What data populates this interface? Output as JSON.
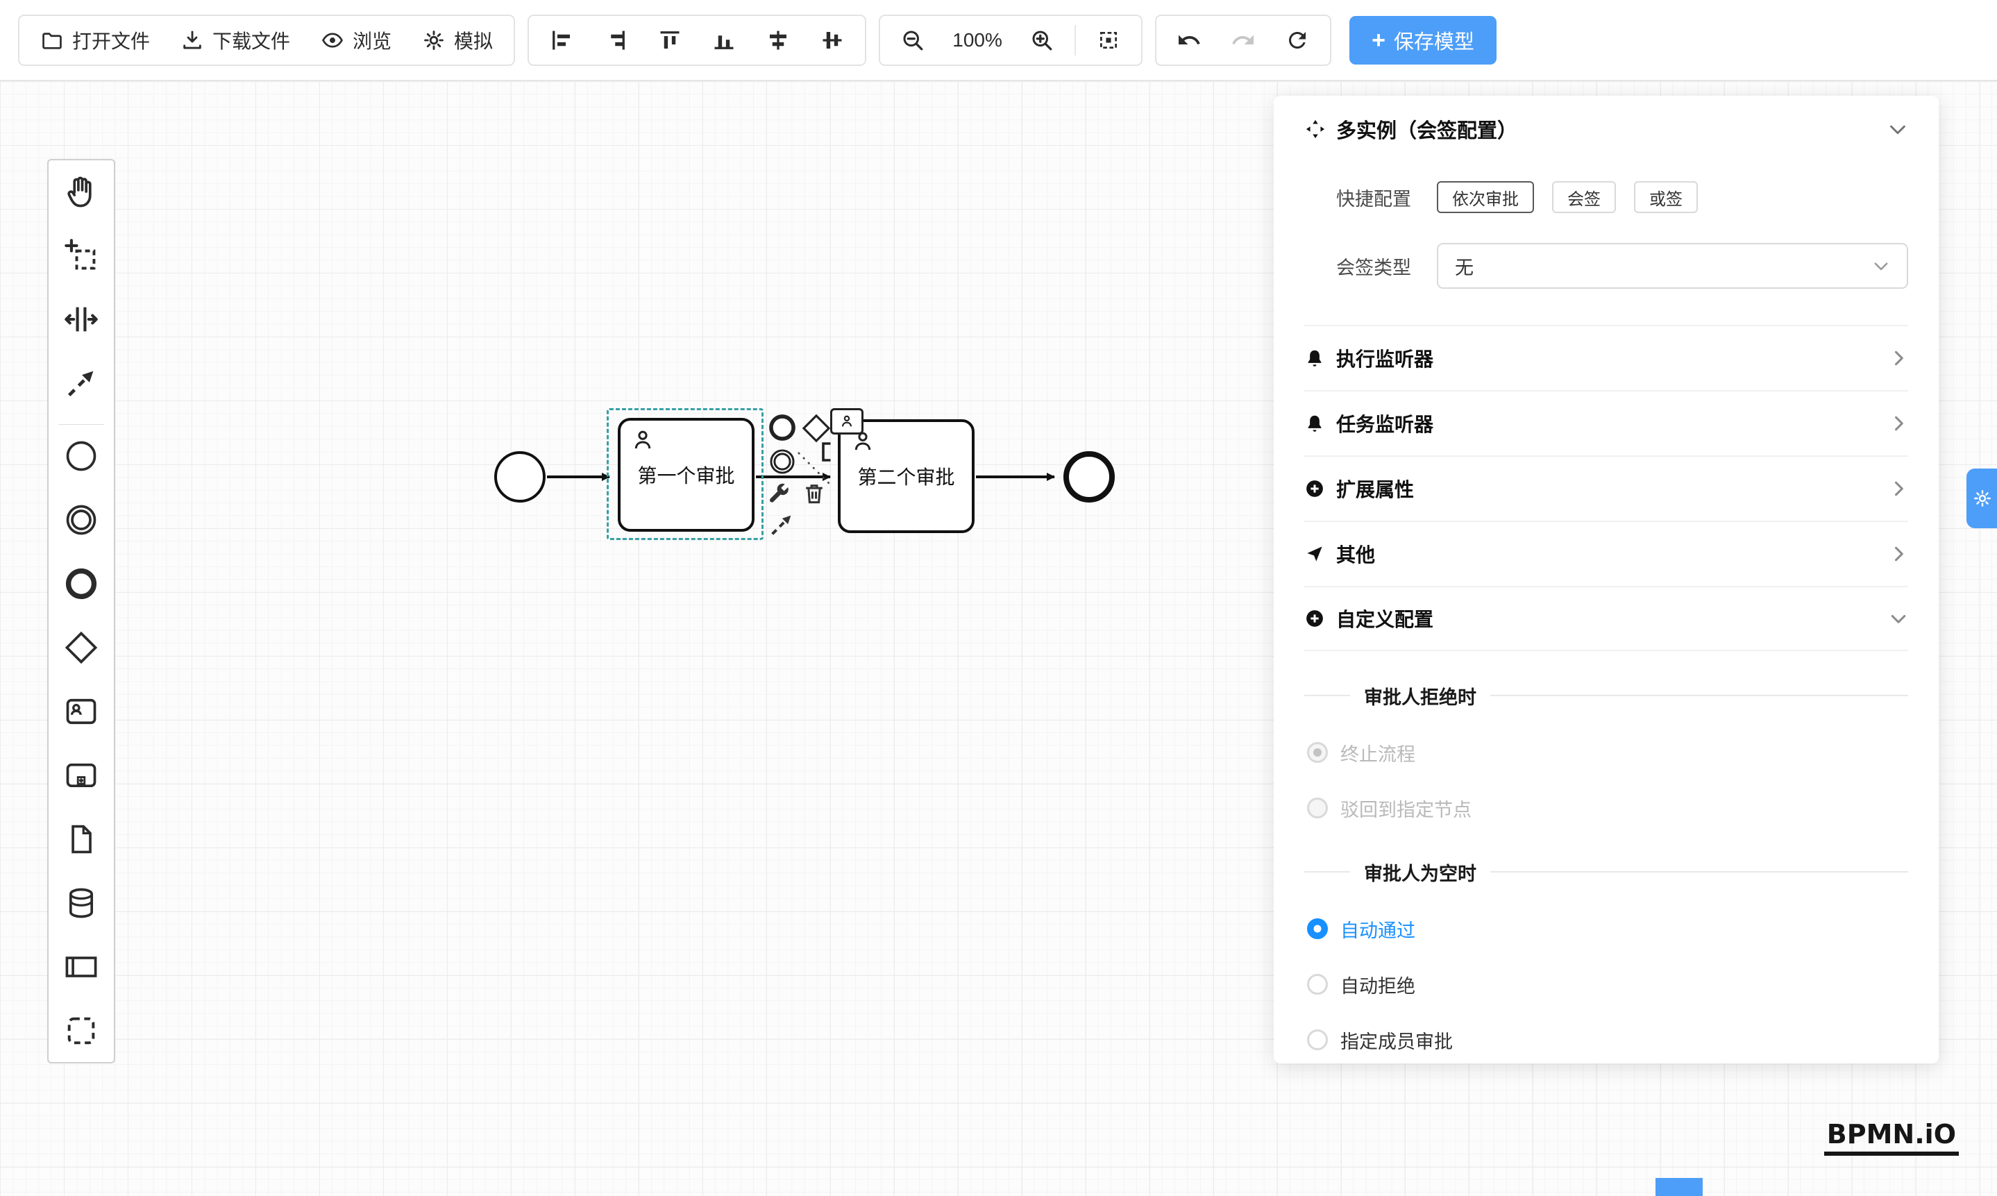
{
  "toolbar": {
    "open_file": "打开文件",
    "download_file": "下载文件",
    "preview": "浏览",
    "simulate": "模拟",
    "zoom_level": "100%",
    "save_model": "保存模型",
    "plus_glyph": "+"
  },
  "diagram": {
    "task1_label": "第一个审批",
    "task2_label": "第二个审批"
  },
  "panel": {
    "title": "多实例（会签配置）",
    "quick_config_label": "快捷配置",
    "quick_options": [
      {
        "label": "依次审批",
        "selected": true
      },
      {
        "label": "会签",
        "selected": false
      },
      {
        "label": "或签",
        "selected": false
      }
    ],
    "sign_type_label": "会签类型",
    "sign_type_value": "无",
    "sections": [
      {
        "label": "执行监听器",
        "icon": "bell-icon"
      },
      {
        "label": "任务监听器",
        "icon": "bell-icon"
      },
      {
        "label": "扩展属性",
        "icon": "plus-circle-icon"
      },
      {
        "label": "其他",
        "icon": "send-icon"
      },
      {
        "label": "自定义配置",
        "icon": "plus-circle-icon",
        "expanded": true
      }
    ],
    "reject_group": {
      "title": "审批人拒绝时",
      "options": [
        {
          "label": "终止流程",
          "selected": true,
          "disabled": true
        },
        {
          "label": "驳回到指定节点",
          "selected": false,
          "disabled": true
        }
      ]
    },
    "empty_group": {
      "title": "审批人为空时",
      "options": [
        {
          "label": "自动通过",
          "selected": true
        },
        {
          "label": "自动拒绝",
          "selected": false
        },
        {
          "label": "指定成员审批",
          "selected": false
        }
      ]
    }
  },
  "watermark": "BPMN.iO",
  "colors": {
    "accent_blue": "#4d9ef8",
    "radio_blue": "#1890ff",
    "selection_outline": "#38a0a4"
  }
}
